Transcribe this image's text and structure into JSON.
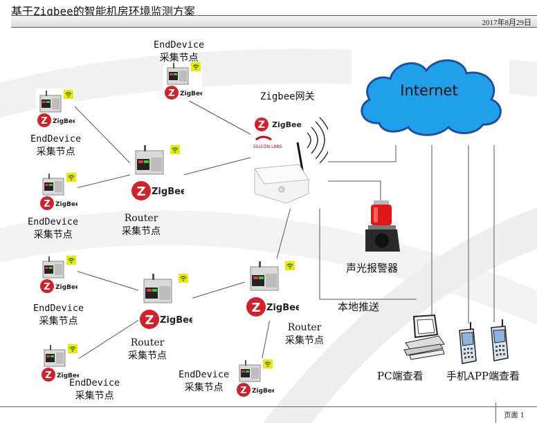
{
  "header": {
    "title": "基于Zigbee的智能机房环境监测方案",
    "date": "2017年8月29日"
  },
  "devices": {
    "zigbee_brand": "ZigBee",
    "zigbee_brand_small": "ZigBee",
    "silicon_labs": "SILICON LABS"
  },
  "cloud": {
    "label": "Internet"
  },
  "labels": {
    "gateway": "Zigbee网关",
    "end_top": {
      "line1": "EndDevice",
      "line2": "采集节点"
    },
    "end_left1": {
      "line1": "EndDevice",
      "line2": "采集节点"
    },
    "end_left2": {
      "line1": "EndDevice",
      "line2": "采集节点"
    },
    "end_left3": {
      "line1": "EndDevice",
      "line2": "采集节点"
    },
    "end_left4": {
      "line1": "EndDevice",
      "line2": "采集节点"
    },
    "end_bottom": {
      "line1": "EndDevice",
      "line2": "采集节点"
    },
    "router1": {
      "line1": "Router",
      "line2": "采集节点"
    },
    "router2": {
      "line1": "Router",
      "line2": "采集节点"
    },
    "router3": {
      "line1": "Router",
      "line2": "采集节点"
    },
    "alarm": "声光报警器",
    "local_push": "本地推送",
    "pc": "PC端查看",
    "app": "手机APP端查看"
  },
  "footer": {
    "page": "页面 1"
  },
  "colors": {
    "zigbee_red": "#d4202a",
    "wifi_yellow": "#f2e600",
    "cloud_blue": "#1d6fd6",
    "line": "#555555"
  }
}
